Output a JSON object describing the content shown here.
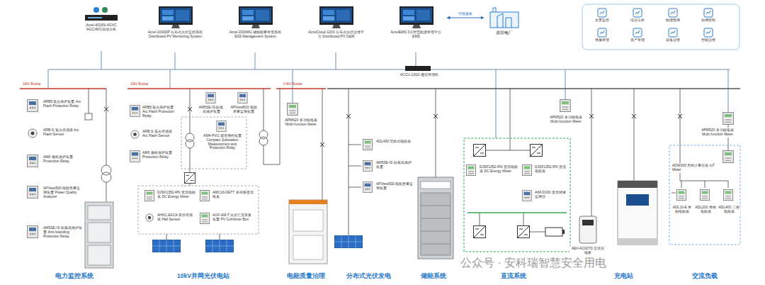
{
  "diagram": {
    "nodes": [
      {
        "text": [
          "Acrel-4016S-AGVC AGC/AVC远动主机"
        ]
      },
      {
        "text": [
          "Acrel-1000DP 分布式光伏监控系统 Distributed PV Monitoring System"
        ]
      },
      {
        "text": [
          "Acrel-2000MG 储能能量管理系统 ESS Management System"
        ]
      },
      {
        "text": [
          "AcrelCloud-1200 分布式光伏运维平台 Distributed PV O&M"
        ]
      },
      {
        "text": [
          "AcrelEMS 3.0 智慧能源管理平台 EMS"
        ]
      },
      {
        "text": [
          "虚拟电厂"
        ]
      },
      {
        "text": [
          "ACCU-100G 通信管理机"
        ]
      },
      {
        "text": [
          "ARB5 弧光保护装置 Arc Flash Protection Relay"
        ]
      },
      {
        "text": [
          "ARB-S 弧光传感器 Arc Flash Sensor"
        ]
      },
      {
        "text": [
          "AM6 微机保护装置 Protection Relay"
        ]
      },
      {
        "text": [
          "APView500 电能质量监测装置 Power Quality Analyzer"
        ]
      },
      {
        "text": [
          "AM5SE-IS 防孤岛保护装置 Anti-Islanding Protection Relay"
        ]
      },
      {
        "text": [
          "ARB5 弧光保护装置 Arc Flash Protection Relay"
        ]
      },
      {
        "text": [
          "ARB-S 弧光传感器 Arc Flash Sensor"
        ]
      },
      {
        "text": [
          "AM6 微机保护装置 Protection Relay"
        ]
      },
      {
        "text": [
          "AM5SE-IS 防孤岛保护装置"
        ]
      },
      {
        "text": [
          "APView500 电能质量监测装置"
        ]
      },
      {
        "text": [
          "AM4-PVG 箱变测控装置 Compact Substation Measurement and Protection Relay"
        ]
      },
      {
        "text": [
          "DJSF1352-RN 直流电能表 DC Energy Meter"
        ]
      },
      {
        "text": [
          "AHKC-EKCA 霍尔传感器 Hall Sensor"
        ]
      },
      {
        "text": [
          "AMC16-DETT 多回路直流电表"
        ]
      },
      {
        "text": [
          "AGF-AM-T 光伏汇流采集装置 PV Combiner Box"
        ]
      },
      {
        "text": [
          "APM520 多功能电表 Multi-function Meter"
        ]
      },
      {
        "text": [
          "ADL400 导轨式电能表"
        ]
      },
      {
        "text": [
          "AM5SE-IS 防孤岛保护装置"
        ]
      },
      {
        "text": [
          "APView500 电能质量监测装置"
        ]
      },
      {
        "text": [
          "DJSF1352-RN 直流电能表 DC Energy Meter"
        ]
      },
      {
        "text": [
          "DJSF1352-RN 直流电能表"
        ]
      },
      {
        "text": [
          "AIM-D100 直流绝缘监测仪"
        ]
      },
      {
        "text": [
          "APM520 多功能电表 Multi-function Meter"
        ]
      },
      {
        "text": [
          "AEV-AC007D 交流充电桩"
        ]
      },
      {
        "text": [
          "APM520 多功能电表 Multi-function Meter"
        ]
      },
      {
        "text": [
          "ADW300 无线计量仪表 IoT Meter"
        ]
      },
      {
        "text": [
          "ADL10-E 单相电能表"
        ]
      },
      {
        "text": [
          "ADL200 单相电能表"
        ]
      },
      {
        "text": [
          "ADL400 三相电能表"
        ]
      }
    ],
    "edges": [
      {
        "from": 4,
        "to": 5,
        "label": "增值服务",
        "arrow": "both"
      }
    ],
    "labels": [
      "全景监控",
      "综合分析",
      "能源预测",
      "协调控制",
      "维修管理",
      "资产管理",
      "设备运维",
      "智能运维",
      "10kV Busbar",
      "10kV Busbar",
      "0.4kV Busbar",
      "电力监控系统",
      "10kV并网光伏电站",
      "电能质量治理",
      "分布式光伏发电",
      "储能系统",
      "直流系统",
      "充电站",
      "交流负载",
      "公众号 · 安科瑞智慧安全用电"
    ]
  }
}
